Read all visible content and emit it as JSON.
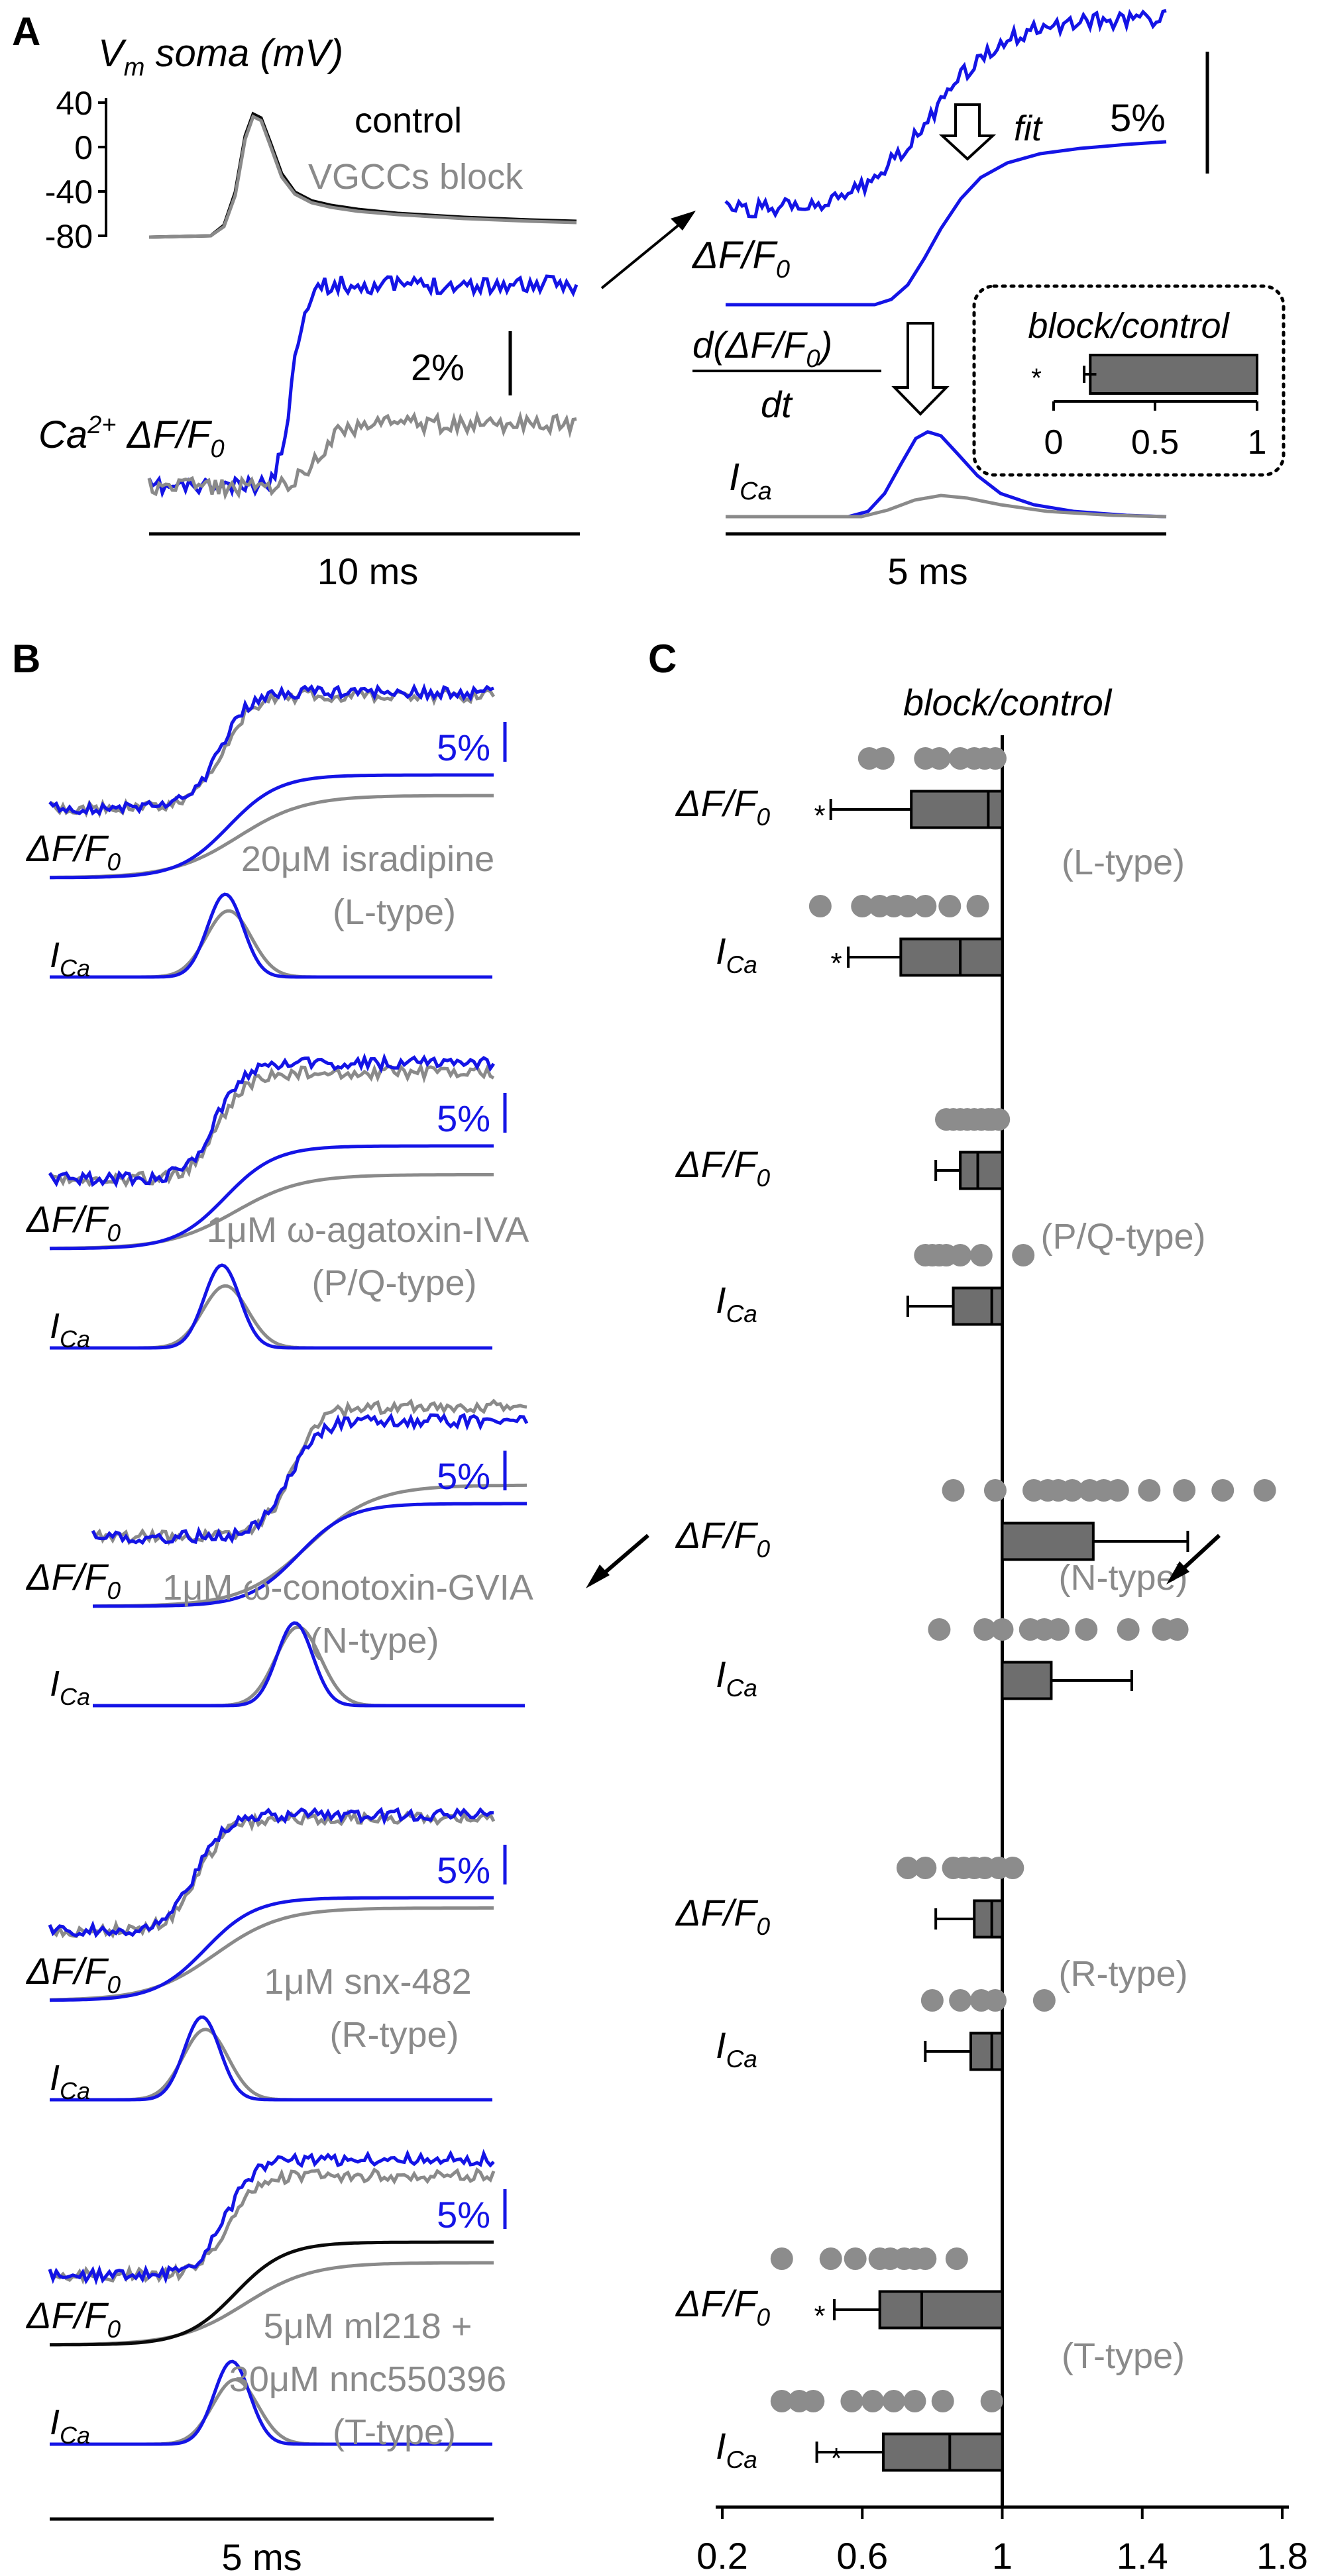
{
  "colors": {
    "control": "#0a0a0a",
    "block": "#8a8a8a",
    "blue": "#1414e6",
    "bar": "#6e6e6e",
    "dot": "#8c8c8c"
  },
  "panelA": {
    "letter": "A",
    "vm_label_main": "V",
    "vm_label_sub": "m",
    "vm_label_rest": " soma (mV)",
    "vm_ticks": [
      "40",
      "0",
      "-40",
      "-80"
    ],
    "legend_control": "control",
    "legend_block": "VGCCs block",
    "ca_label": "Ca",
    "ca_sup": "2+",
    "ca_rest": " ΔF/F",
    "ca_sub": "0",
    "scale_2pct": "2%",
    "time_left": "10 ms",
    "fit_label": "fit",
    "scale_5pct": "5%",
    "dff_label": "ΔF/F",
    "dff_sub": "0",
    "deriv_num": "d(ΔF/F",
    "deriv_num_sub": "0",
    "deriv_num_close": ")",
    "deriv_den": "dt",
    "ica_label": "I",
    "ica_sub": "Ca",
    "time_right": "5 ms",
    "inset": {
      "title": "block/control",
      "star": "*",
      "ticks": [
        "0",
        "0.5",
        "1"
      ],
      "bars": [
        {
          "value": 0.18,
          "err": 0.03
        },
        {
          "value": 1.0
        }
      ]
    }
  },
  "panelB": {
    "letter": "B",
    "dff_label": "ΔF/F",
    "dff_sub": "0",
    "ica_label": "I",
    "ica_sub": "Ca",
    "scale": "5%",
    "time": "5 ms",
    "groups": [
      {
        "drug": "20μM isradipine",
        "type": "(L-type)"
      },
      {
        "drug": "1μM ω-agatoxin-IVA",
        "type": "(P/Q-type)"
      },
      {
        "drug": "1μM ω-conotoxin-GVIA",
        "type": "(N-type)"
      },
      {
        "drug": "1μM snx-482",
        "type": "(R-type)"
      },
      {
        "drug": "5μM ml218 +",
        "drug2": "30μM nnc550396",
        "type": "(T-type)"
      }
    ]
  },
  "panelC": {
    "letter": "C",
    "title": "block/control",
    "dff_label": "ΔF/F",
    "dff_sub": "0",
    "ica_label": "I",
    "ica_sub": "Ca",
    "star": "*",
    "type_labels": [
      "(L-type)",
      "(P/Q-type)",
      "(N-type)",
      "(R-type)",
      "(T-type)"
    ]
  },
  "chart_data": {
    "type": "bar",
    "orientation": "horizontal",
    "title": "block/control",
    "xlim": [
      0.2,
      1.8
    ],
    "xticks": [
      "0.2",
      "0.6",
      "1",
      "1.4",
      "1.8"
    ],
    "reference_line": 1,
    "categories": [
      "L ΔF/F0",
      "L ICa",
      "P/Q ΔF/F0",
      "P/Q ICa",
      "N ΔF/F0",
      "N ICa",
      "R ΔF/F0",
      "R ICa",
      "T ΔF/F0",
      "T ICa"
    ],
    "series": [
      {
        "name": "mean",
        "values": [
          0.74,
          0.71,
          0.88,
          0.86,
          1.26,
          1.14,
          0.92,
          0.91,
          0.65,
          0.66
        ]
      }
    ],
    "errors": [
      0.23,
      0.15,
      0.07,
      0.13,
      0.27,
      0.23,
      0.11,
      0.13,
      0.13,
      0.19
    ],
    "inner_marks": [
      0.96,
      0.88,
      0.93,
      0.97,
      null,
      null,
      0.97,
      0.97,
      0.77,
      0.85
    ],
    "significant": [
      true,
      true,
      false,
      false,
      false,
      false,
      false,
      false,
      true,
      true
    ],
    "points": [
      [
        0.62,
        0.66,
        0.78,
        0.82,
        0.88,
        0.92,
        0.95,
        0.98
      ],
      [
        0.48,
        0.6,
        0.65,
        0.69,
        0.73,
        0.78,
        0.85,
        0.93
      ],
      [
        0.84,
        0.86,
        0.88,
        0.9,
        0.92,
        0.94,
        0.96,
        0.97,
        0.99
      ],
      [
        0.78,
        0.8,
        0.82,
        0.84,
        0.88,
        0.94,
        1.06
      ],
      [
        0.86,
        0.98,
        1.09,
        1.13,
        1.16,
        1.2,
        1.25,
        1.29,
        1.33,
        1.42,
        1.52,
        1.63,
        1.75
      ],
      [
        0.82,
        0.95,
        1.0,
        1.08,
        1.12,
        1.16,
        1.24,
        1.36,
        1.46,
        1.5
      ],
      [
        0.73,
        0.78,
        0.86,
        0.89,
        0.92,
        0.95,
        0.99,
        1.03
      ],
      [
        0.8,
        0.88,
        0.94,
        0.98,
        1.12
      ],
      [
        0.37,
        0.51,
        0.58,
        0.65,
        0.68,
        0.72,
        0.75,
        0.78,
        0.87
      ],
      [
        0.37,
        0.42,
        0.46,
        0.57,
        0.63,
        0.69,
        0.75,
        0.83,
        0.97
      ]
    ]
  }
}
